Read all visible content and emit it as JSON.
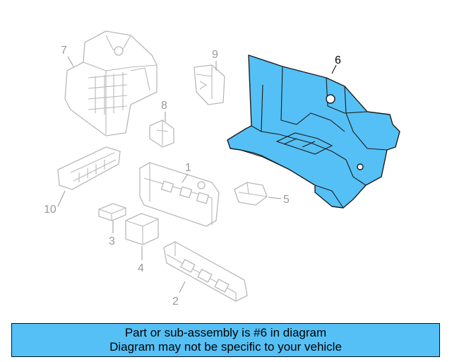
{
  "colors": {
    "highlight": "#55C0F5",
    "ghost": "#B9B9B9",
    "banner": "#55C0F5"
  },
  "callouts": {
    "p1": "1",
    "p2": "2",
    "p3": "3",
    "p4": "4",
    "p5": "5",
    "p6": "6",
    "p7": "7",
    "p8": "8",
    "p9": "9",
    "p10": "10"
  },
  "banner": {
    "line1": "Part or sub-assembly is #6 in diagram",
    "line2": "Diagram may not be specific to your vehicle"
  }
}
